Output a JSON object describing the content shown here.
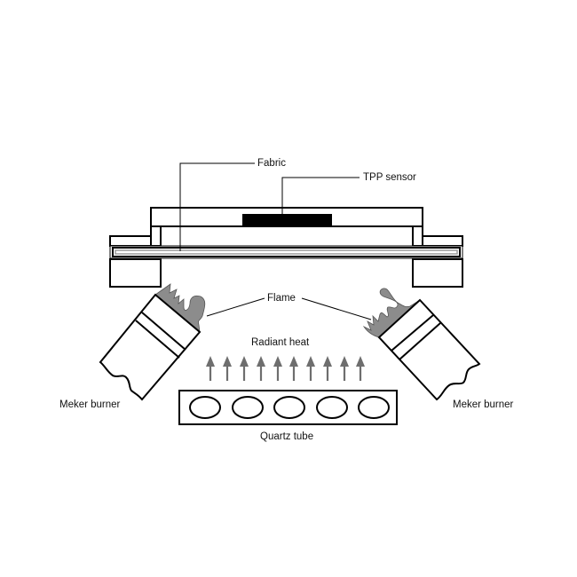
{
  "diagram": {
    "type": "apparatus-schematic",
    "colors": {
      "line": "#000000",
      "flame": "#8c8c8c",
      "arrow": "#6e6e6e",
      "fabric_inner": "#9a9a9a",
      "background": "#ffffff"
    },
    "labels": {
      "fabric": "Fabric",
      "tpp_sensor": "TPP sensor",
      "flame": "Flame",
      "radiant_heat": "Radiant heat",
      "meker_burner_left": "Meker burner",
      "meker_burner_right": "Meker burner",
      "quartz_tube": "Quartz tube"
    },
    "components": {
      "radiant_arrows_count": 10,
      "quartz_tube_count": 5,
      "burner_count": 2
    }
  }
}
